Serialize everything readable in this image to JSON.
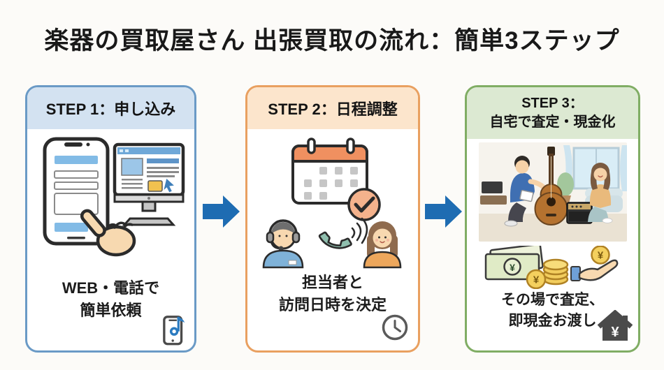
{
  "title": "楽器の買取屋さん 出張買取の流れ：簡単3ステップ",
  "symbols": {
    "yen": "¥"
  },
  "colors": {
    "page-bg": "#fcfbf8",
    "title-color": "#191919",
    "arrow-blue": "#1e6cb2",
    "step1-border": "#6a9ac6",
    "step1-header-bg": "#d3e2f1",
    "step2-border": "#e9a060",
    "step2-header-bg": "#fce5cc",
    "step3-border": "#80ad64",
    "step3-header-bg": "#dce9d2"
  },
  "steps": [
    {
      "header": "STEP 1：申し込み",
      "caption_line1": "WEB・電話で",
      "caption_line2": "簡単依頼",
      "corner_icon": "smartphone-music-note-icon",
      "illustration": "smartphone-form-desktop-site-tapping-hand"
    },
    {
      "header": "STEP 2：日程調整",
      "caption_line1": "担当者と",
      "caption_line2": "訪問日時を決定",
      "corner_icon": "clock-icon",
      "illustration": "calendar-check-operator-phone-call-customer"
    },
    {
      "header_line1": "STEP 3：",
      "header_line2": "自宅で査定・現金化",
      "caption_line1": "その場で査定、",
      "caption_line2": "即現金お渡し",
      "corner_icon": "house-yen-icon",
      "illustration": "home-guitar-appraisal-scene-and-cash"
    }
  ]
}
